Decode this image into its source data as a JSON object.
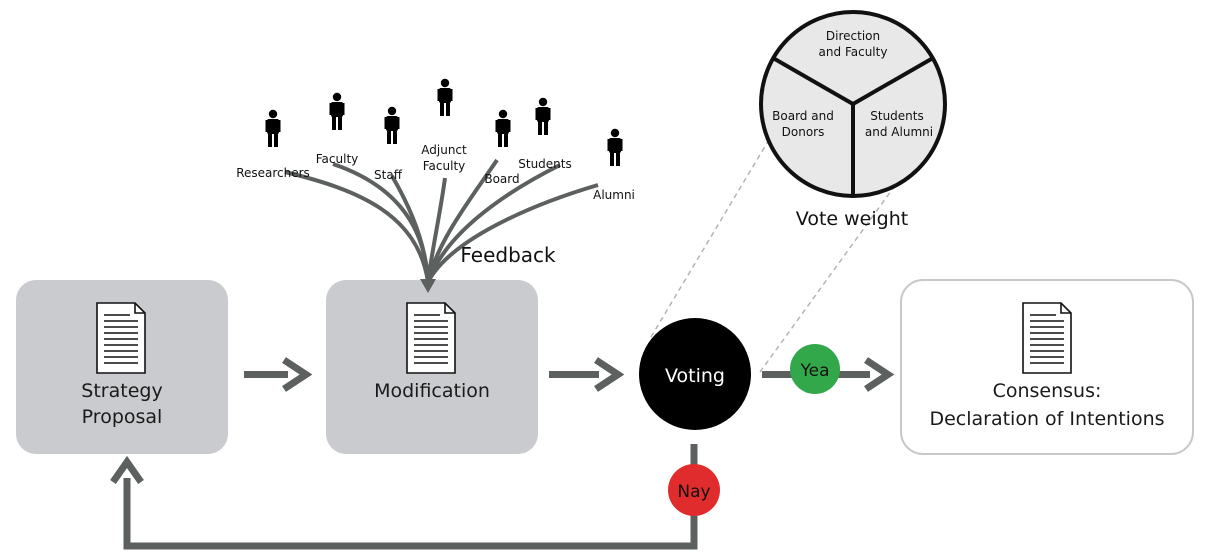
{
  "colors": {
    "box_fill": "#c9cbcf",
    "arrow": "#5c605f",
    "voting": "#000000",
    "yea": "#33a84a",
    "nay": "#e02c2c",
    "pie_fill": "#e8e8e8",
    "pie_stroke": "#111111",
    "consensus_border": "#c8c8c8"
  },
  "nodes": {
    "strategy": {
      "line1": "Strategy",
      "line2": "Proposal",
      "icon": "document-icon"
    },
    "modification": {
      "label": "Modification",
      "icon": "document-icon"
    },
    "voting": {
      "label": "Voting"
    },
    "consensus": {
      "line1": "Consensus:",
      "line2": "Declaration of Intentions",
      "icon": "document-icon"
    }
  },
  "feedback": {
    "label": "Feedback",
    "stakeholders": [
      {
        "key": "researchers",
        "label": "Researchers",
        "icon": "person-icon"
      },
      {
        "key": "faculty",
        "label": "Faculty",
        "icon": "person-icon"
      },
      {
        "key": "staff",
        "label": "Staff",
        "icon": "person-icon"
      },
      {
        "key": "adjunct",
        "line1": "Adjunct",
        "line2": "Faculty",
        "icon": "person-icon"
      },
      {
        "key": "board",
        "label": "Board",
        "icon": "person-icon"
      },
      {
        "key": "students",
        "label": "Students",
        "icon": "person-icon"
      },
      {
        "key": "alumni",
        "label": "Alumni",
        "icon": "person-icon"
      }
    ]
  },
  "decisions": {
    "yea": "Yea",
    "nay": "Nay"
  },
  "vote_weight": {
    "caption": "Vote weight",
    "segments": [
      {
        "line1": "Direction",
        "line2": "and Faculty"
      },
      {
        "line1": "Students",
        "line2": "and Alumni"
      },
      {
        "line1": "Board and",
        "line2": "Donors"
      }
    ]
  }
}
